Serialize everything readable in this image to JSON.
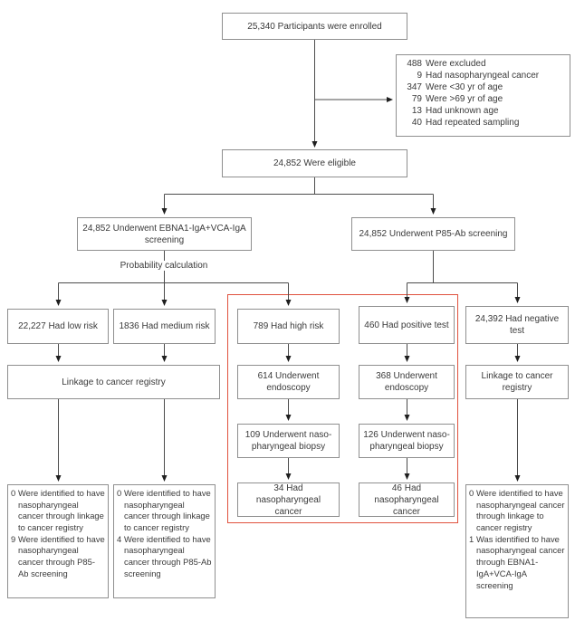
{
  "labels": {
    "probability": "Probability calculation"
  },
  "boxes": {
    "enrolled": "25,340 Participants were enrolled",
    "excluded": {
      "lines": [
        {
          "n": "488",
          "t": "Were excluded"
        },
        {
          "n": "9",
          "t": "Had nasopharyngeal cancer"
        },
        {
          "n": "347",
          "t": "Were <30 yr of age"
        },
        {
          "n": "79",
          "t": "Were >69 yr of age"
        },
        {
          "n": "13",
          "t": "Had unknown age"
        },
        {
          "n": "40",
          "t": "Had repeated sampling"
        }
      ]
    },
    "eligible": "24,852 Were eligible",
    "screening_ebna": "24,852 Underwent EBNA1-IgA+VCA-IgA screening",
    "screening_p85": "24,852 Underwent P85-Ab screening",
    "low_risk": "22,227 Had low risk",
    "medium_risk": "1836 Had medium risk",
    "high_risk": "789 Had high risk",
    "positive_test": "460 Had positive test",
    "negative_test": "24,392 Had negative test",
    "linkage_left": "Linkage to cancer registry",
    "endoscopy_high": "614 Underwent endoscopy",
    "endoscopy_positive": "368 Underwent endoscopy",
    "linkage_right": "Linkage to cancer registry",
    "biopsy_high": "109 Underwent naso-pharyngeal biopsy",
    "biopsy_positive": "126 Underwent naso-pharyngeal biopsy",
    "cancer_high": "34 Had nasopharyngeal cancer",
    "cancer_positive": "46 Had nasopharyngeal cancer",
    "outcome_low": {
      "lines": [
        {
          "n": "0",
          "t": "Were identified to have nasopharyngeal cancer through linkage to cancer registry"
        },
        {
          "n": "9",
          "t": "Were identified to have nasopharyngeal cancer through P85-Ab screening"
        }
      ]
    },
    "outcome_medium": {
      "lines": [
        {
          "n": "0",
          "t": "Were identified to have nasopharyngeal cancer through linkage to cancer registry"
        },
        {
          "n": "4",
          "t": "Were identified to have nasopharyngeal cancer through P85-Ab screening"
        }
      ]
    },
    "outcome_negative": {
      "lines": [
        {
          "n": "0",
          "t": "Were identified to have nasopharyngeal cancer through linkage to cancer registry"
        },
        {
          "n": "1",
          "t": "Was identified to have nasopharyngeal cancer through EBNA1-IgA+VCA-IgA screening"
        }
      ]
    }
  },
  "colors": {
    "highlight_border": "#e0523e",
    "box_border": "#8f8f8f",
    "connector": "#4c4c4c",
    "text": "#3a3a3a"
  }
}
